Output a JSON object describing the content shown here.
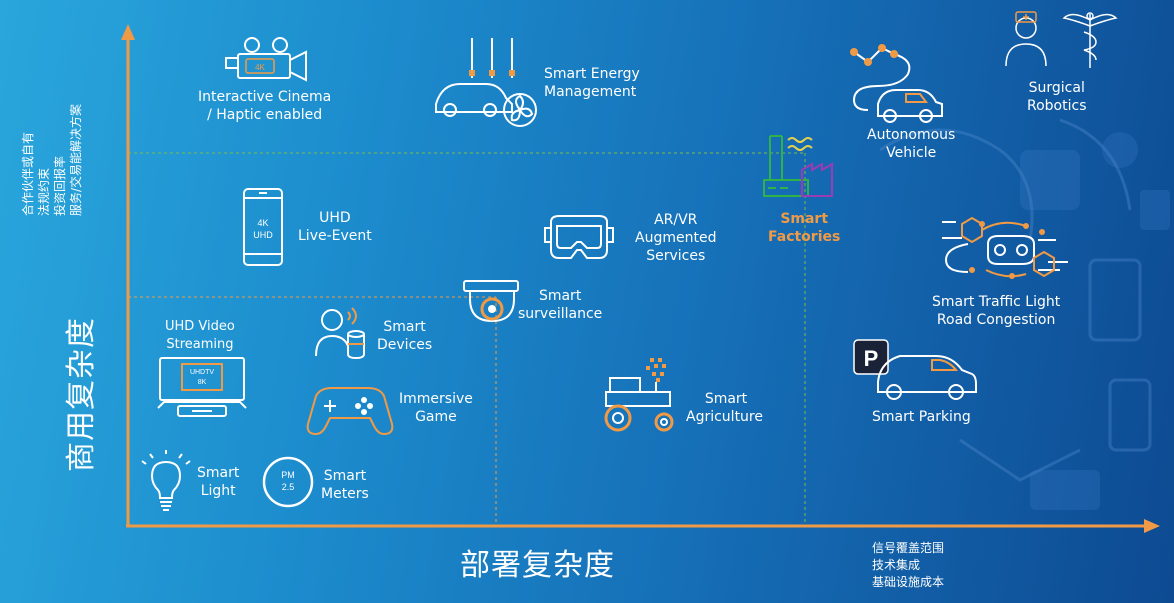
{
  "axes": {
    "x_label": "部署复杂度",
    "y_label": "商用复杂度",
    "y_notes": [
      "合作伙伴或自有",
      "法规约束",
      "投资回报率",
      "服务/交易能解决方案"
    ],
    "x_notes": [
      "信号覆盖范围",
      "技术集成",
      "基础设施成本"
    ]
  },
  "items": {
    "interactive_cinema": {
      "line1": "Interactive Cinema",
      "line2": "/ Haptic enabled"
    },
    "smart_energy": {
      "line1": "Smart Energy",
      "line2": "Management"
    },
    "autonomous_vehicle": {
      "line1": "Autonomous",
      "line2": "Vehicle"
    },
    "surgical_robotics": {
      "line1": "Surgical",
      "line2": "Robotics"
    },
    "uhd_live": {
      "line1": "UHD",
      "line2": "Live-Event",
      "icon_text1": "4K",
      "icon_text2": "UHD"
    },
    "ar_vr": {
      "line1": "AR/VR",
      "line2": "Augmented",
      "line3": "Services"
    },
    "smart_factories": {
      "line1": "Smart",
      "line2": "Factories"
    },
    "smart_traffic": {
      "line1": "Smart Traffic Light",
      "line2": "Road Congestion"
    },
    "smart_surveillance": {
      "line1": "Smart",
      "line2": "surveillance"
    },
    "uhd_streaming": {
      "line1": "UHD Video",
      "line2": "Streaming",
      "icon_text1": "UHDTV",
      "icon_text2": "8K"
    },
    "smart_devices": {
      "line1": "Smart",
      "line2": "Devices"
    },
    "immersive_game": {
      "line1": "Immersive",
      "line2": "Game"
    },
    "smart_agriculture": {
      "line1": "Smart",
      "line2": "Agriculture"
    },
    "smart_parking": {
      "line1": "Smart Parking",
      "icon_text": "P"
    },
    "smart_light": {
      "line1": "Smart",
      "line2": "Light"
    },
    "smart_meters": {
      "line1": "Smart",
      "line2": "Meters",
      "icon_text1": "PM",
      "icon_text2": "2.5"
    }
  },
  "colors": {
    "background_start": "#2aa6dc",
    "background_end": "#0d4a92",
    "icon_white": "#ffffff",
    "icon_orange": "#f19a45",
    "factory_green": "#2fb24a",
    "factory_purple": "#9b3bb5",
    "factory_yellow": "#e9d14a",
    "guide_line_green": "#7dbb4a",
    "guide_line_orange": "#f19a45",
    "parking_sign": "#1a2238"
  }
}
